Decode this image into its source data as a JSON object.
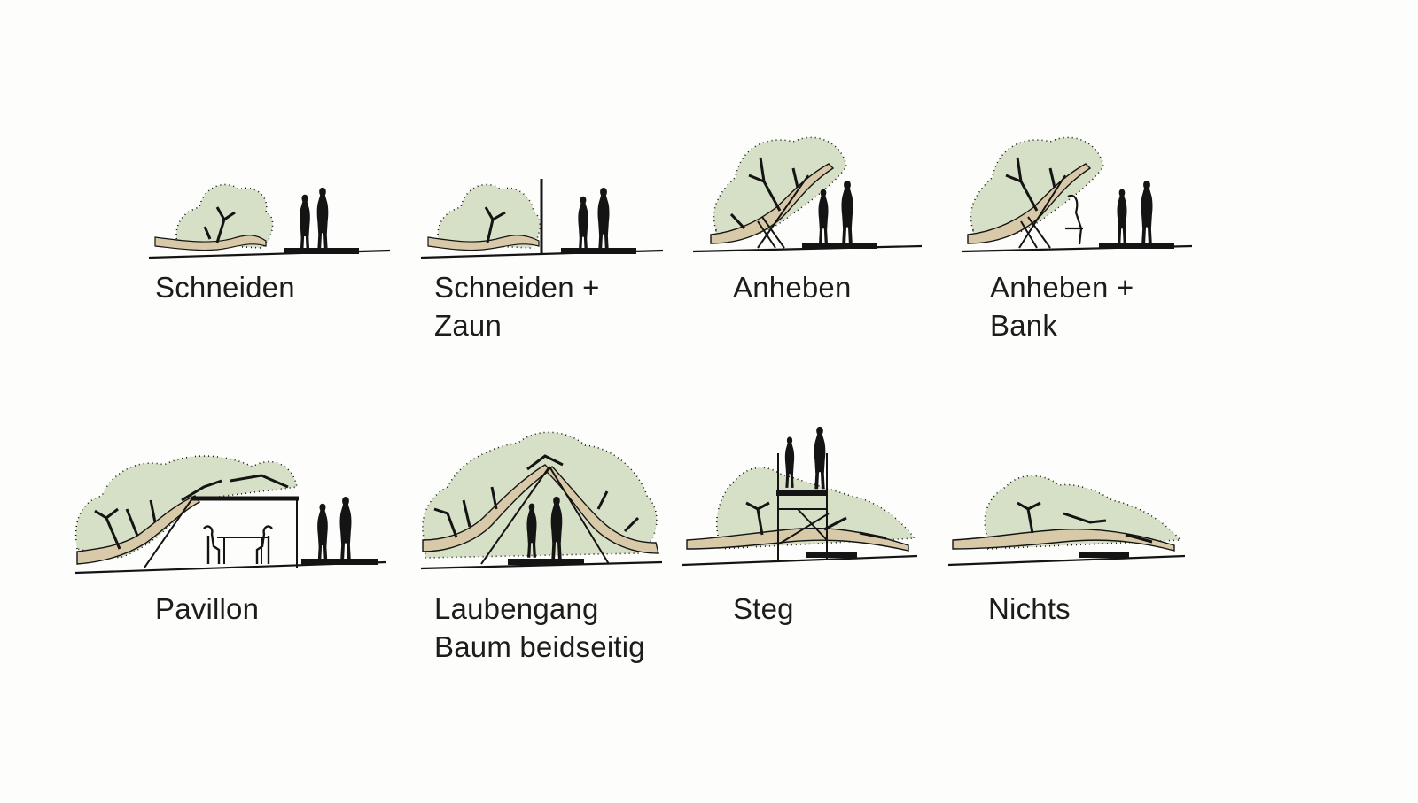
{
  "diagram": {
    "colors": {
      "ink": "#141414",
      "foliage": "#d6e0c6",
      "branch": "#d8c9a8",
      "background": "#fdfdfb"
    },
    "panels": [
      {
        "id": "schneiden",
        "label_lines": [
          "Schneiden"
        ]
      },
      {
        "id": "schneiden-zaun",
        "label_lines": [
          "Schneiden +",
          "Zaun"
        ]
      },
      {
        "id": "anheben",
        "label_lines": [
          "Anheben"
        ]
      },
      {
        "id": "anheben-bank",
        "label_lines": [
          "Anheben +",
          "Bank"
        ]
      },
      {
        "id": "pavillon",
        "label_lines": [
          "Pavillon"
        ]
      },
      {
        "id": "laubengang",
        "label_lines": [
          "Laubengang",
          "Baum beidseitig"
        ]
      },
      {
        "id": "steg",
        "label_lines": [
          "Steg"
        ]
      },
      {
        "id": "nichts",
        "label_lines": [
          "Nichts"
        ]
      }
    ]
  }
}
